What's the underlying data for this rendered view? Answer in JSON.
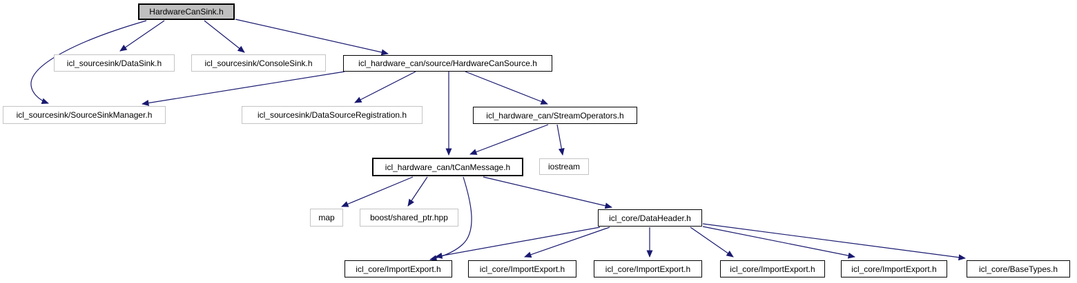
{
  "diagram": {
    "type": "include-dependency-graph",
    "root_file": "HardwareCanSink.h",
    "colors": {
      "edge": "#191970",
      "root_fill": "#bfbfbf",
      "linked_node_border": "#000000",
      "plain_node_border": "#c4c4c4",
      "background": "#ffffff",
      "text": "#000000"
    },
    "nodes": [
      {
        "label": "HardwareCanSink.h"
      },
      {
        "label": "icl_sourcesink/DataSink.h"
      },
      {
        "label": "icl_sourcesink/ConsoleSink.h"
      },
      {
        "label": "icl_hardware_can/source/HardwareCanSource.h"
      },
      {
        "label": "icl_sourcesink/SourceSinkManager.h"
      },
      {
        "label": "icl_sourcesink/DataSourceRegistration.h"
      },
      {
        "label": "icl_hardware_can/StreamOperators.h"
      },
      {
        "label": "icl_hardware_can/tCanMessage.h"
      },
      {
        "label": "iostream"
      },
      {
        "label": "map"
      },
      {
        "label": "boost/shared_ptr.hpp"
      },
      {
        "label": "icl_core/DataHeader.h"
      },
      {
        "label": "icl_core/ImportExport.h"
      },
      {
        "label": "icl_core/ImportExport.h"
      },
      {
        "label": "icl_core/ImportExport.h"
      },
      {
        "label": "icl_core/ImportExport.h"
      },
      {
        "label": "icl_core/ImportExport.h"
      },
      {
        "label": "icl_core/BaseTypes.h"
      }
    ],
    "edges": [
      [
        0,
        1
      ],
      [
        0,
        2
      ],
      [
        0,
        3
      ],
      [
        0,
        4
      ],
      [
        3,
        4
      ],
      [
        3,
        5
      ],
      [
        3,
        7
      ],
      [
        3,
        6
      ],
      [
        6,
        7
      ],
      [
        6,
        8
      ],
      [
        7,
        9
      ],
      [
        7,
        10
      ],
      [
        7,
        11
      ],
      [
        7,
        12
      ],
      [
        11,
        12
      ],
      [
        11,
        13
      ],
      [
        11,
        14
      ],
      [
        11,
        15
      ],
      [
        11,
        16
      ],
      [
        11,
        17
      ]
    ]
  }
}
